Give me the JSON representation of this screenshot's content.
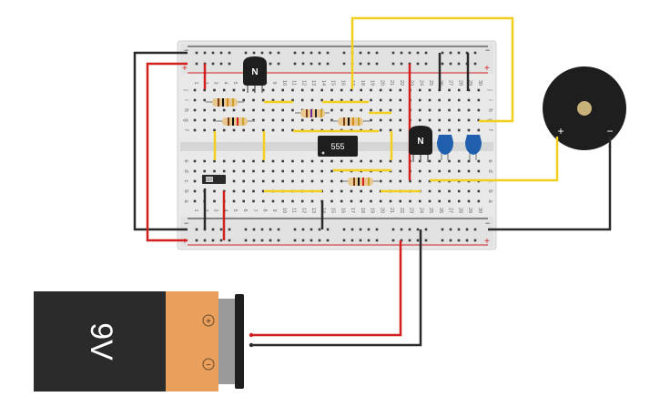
{
  "breadboard": {
    "rail_plus": "+",
    "rail_minus": "−",
    "row_labels_top": [
      "j",
      "i",
      "h",
      "g",
      "f"
    ],
    "row_labels_bottom": [
      "e",
      "d",
      "c",
      "b",
      "a"
    ],
    "column_numbers": [
      "1",
      "2",
      "3",
      "4",
      "5",
      "6",
      "7",
      "8",
      "9",
      "10",
      "11",
      "12",
      "13",
      "14",
      "15",
      "16",
      "17",
      "18",
      "19",
      "20",
      "21",
      "22",
      "23",
      "24",
      "25",
      "26",
      "27",
      "28",
      "29",
      "30"
    ],
    "body_color": "#e9e9e9",
    "hole_color": "#3a3a3a"
  },
  "components": {
    "transistor_1_label": "N",
    "transistor_2_label": "N",
    "ic_label": "555",
    "buzzer_plus": "+",
    "buzzer_minus": "−"
  },
  "battery": {
    "label": "9V",
    "terminal_plus": "+",
    "terminal_minus": "−",
    "body_color": "#2b2b2b",
    "label_color": "#e8a05c"
  },
  "colors": {
    "wire_red": "#d22020",
    "wire_black": "#2a2a2a",
    "wire_yellow": "#f2cf1f",
    "capacitor_blue": "#1f5fae",
    "chip_black": "#1e1e1e"
  }
}
